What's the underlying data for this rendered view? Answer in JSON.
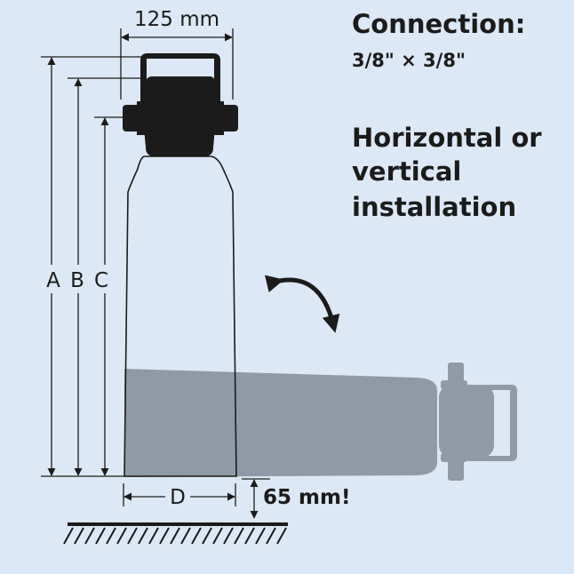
{
  "width_label": "125 mm",
  "connection_title": "Connection:",
  "connection_value": "3/8\" × 3/8\"",
  "installation_text_1": "Horizontal or",
  "installation_text_2": "vertical",
  "installation_text_3": "installation",
  "height_labels": [
    "A",
    "B",
    "C"
  ],
  "diameter_label": "D",
  "clearance_label": "65 mm!",
  "colors": {
    "background": "#dce8f5",
    "ink": "#1b1b1b",
    "horizontal_filter": "#909aa6"
  }
}
